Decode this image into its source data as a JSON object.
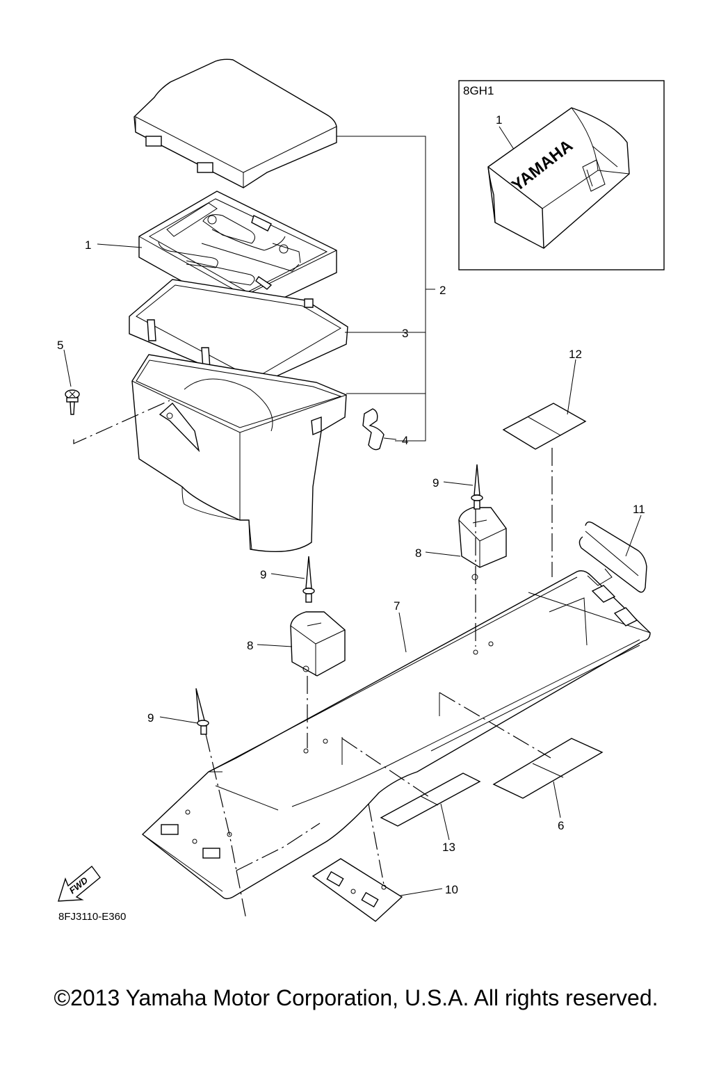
{
  "inset": {
    "label": "8GH1",
    "brand_text": "YAMAHA",
    "callout": "1"
  },
  "callouts": {
    "c1": "1",
    "c2": "2",
    "c3": "3",
    "c4": "4",
    "c5": "5",
    "c6": "6",
    "c7": "7",
    "c8a": "8",
    "c8b": "8",
    "c9a": "9",
    "c9b": "9",
    "c9c": "9",
    "c10": "10",
    "c11": "11",
    "c12": "12",
    "c13": "13"
  },
  "fwd_label": "FWD",
  "diagram_code": "8FJ3110-E360",
  "copyright": "©2013 Yamaha Motor Corporation, U.S.A. All rights reserved.",
  "icons": [
    "forward-arrow-icon"
  ]
}
